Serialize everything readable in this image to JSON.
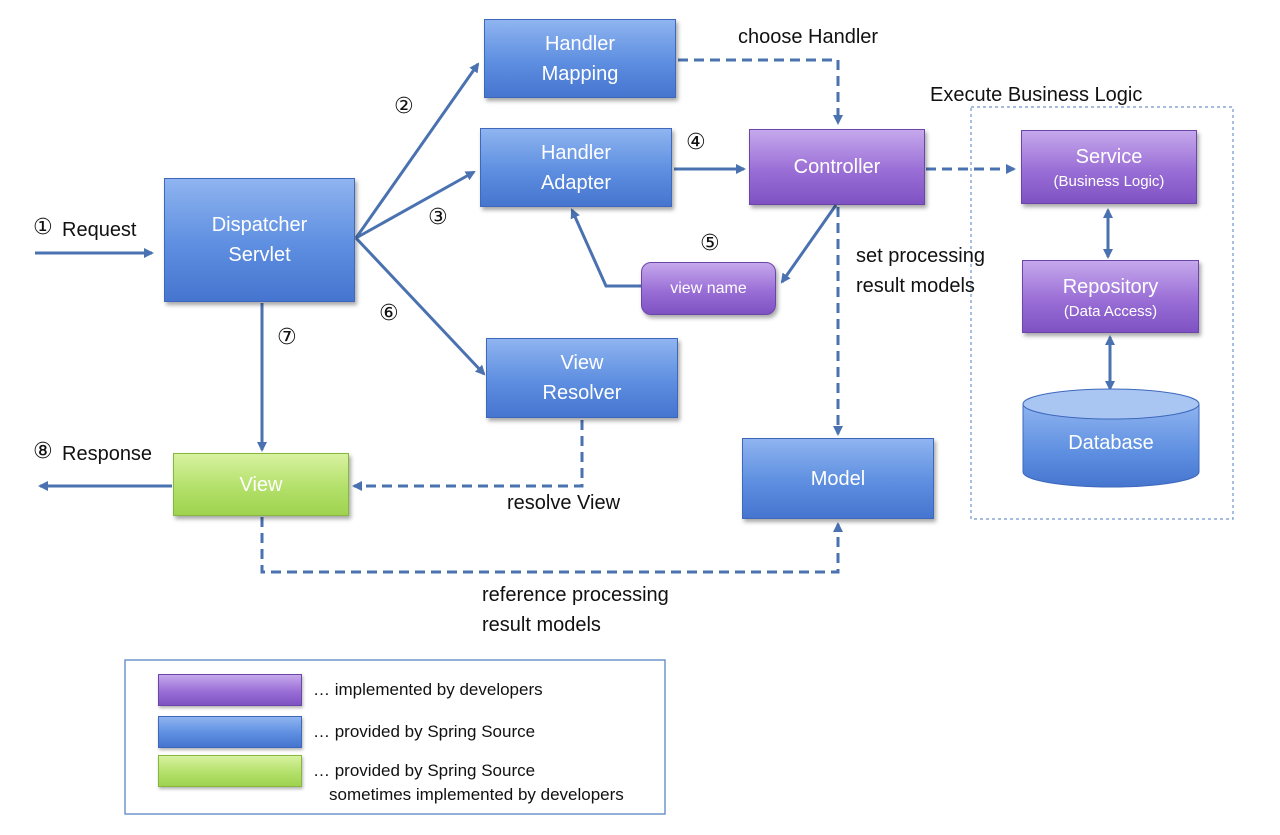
{
  "nodes": {
    "handler_mapping": [
      "Handler",
      "Mapping"
    ],
    "handler_adapter": [
      "Handler",
      "Adapter"
    ],
    "dispatcher_servlet": [
      "Dispatcher",
      "Servlet"
    ],
    "view_resolver": [
      "View",
      "Resolver"
    ],
    "view": "View",
    "controller": "Controller",
    "view_name": "view name",
    "model": "Model",
    "service": {
      "title": "Service",
      "subtitle": "(Business Logic)"
    },
    "repository": {
      "title": "Repository",
      "subtitle": "(Data Access)"
    },
    "database": "Database"
  },
  "labels": {
    "choose_handler": "choose Handler",
    "execute_business_logic": "Execute Business Logic",
    "set_processing": [
      "set processing",
      "result models"
    ],
    "resolve_view": "resolve View",
    "reference_processing": [
      "reference processing",
      "result models"
    ],
    "request": "Request",
    "response": "Response"
  },
  "steps": [
    "①",
    "②",
    "③",
    "④",
    "⑤",
    "⑥",
    "⑦",
    "⑧"
  ],
  "legend": [
    {
      "color": "purple",
      "text": "… implemented by developers"
    },
    {
      "color": "blue",
      "text": "… provided by Spring Source"
    },
    {
      "color": "green",
      "text": [
        "… provided by Spring Source",
        "sometimes implemented by developers"
      ]
    }
  ],
  "colors": {
    "arrow": "#4a72b0",
    "purple": "#9a6ed6",
    "blue": "#5d8ee0",
    "green": "#b3e06a"
  }
}
